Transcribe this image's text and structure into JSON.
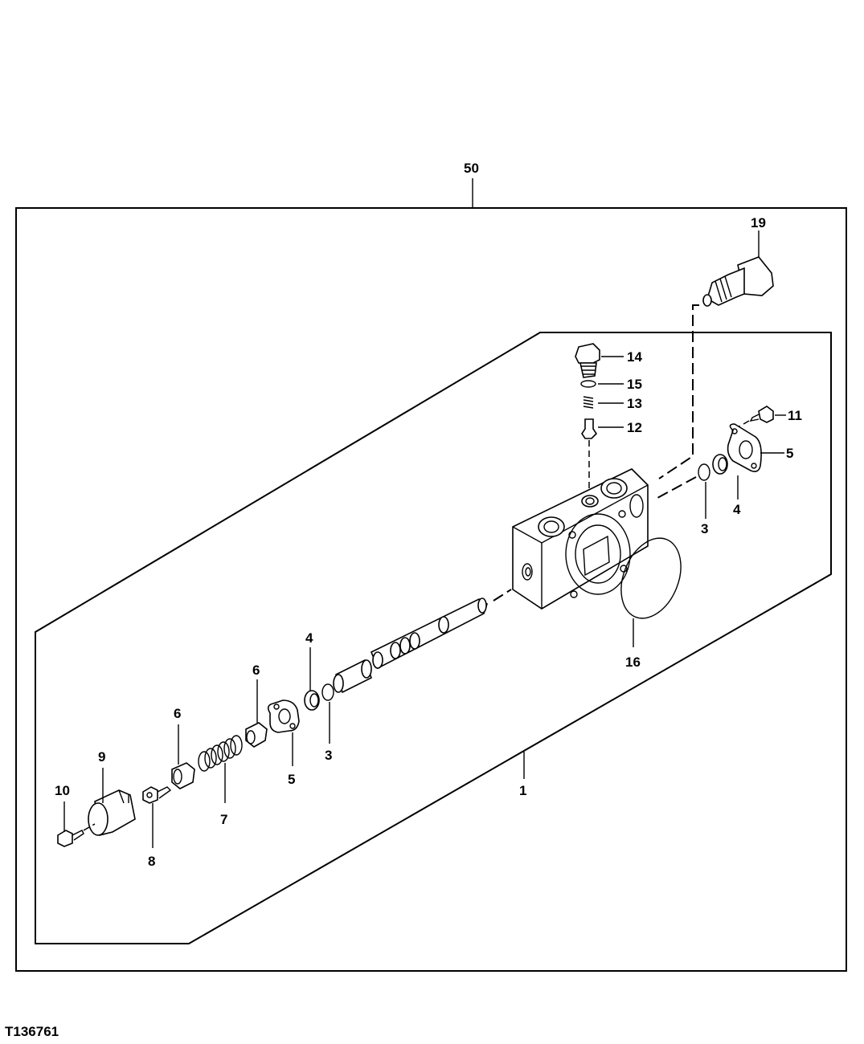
{
  "figure_id": "T136761",
  "callouts": {
    "c50": "50",
    "c19": "19",
    "c14": "14",
    "c15": "15",
    "c13": "13",
    "c12": "12",
    "c11": "11",
    "c5_right": "5",
    "c4_right": "4",
    "c3_right": "3",
    "c16": "16",
    "c4_left": "4",
    "c6_upper": "6",
    "c3_left": "3",
    "c5_left": "5",
    "c6_lower": "6",
    "c7": "7",
    "c9": "9",
    "c10": "10",
    "c8": "8",
    "c1": "1"
  }
}
